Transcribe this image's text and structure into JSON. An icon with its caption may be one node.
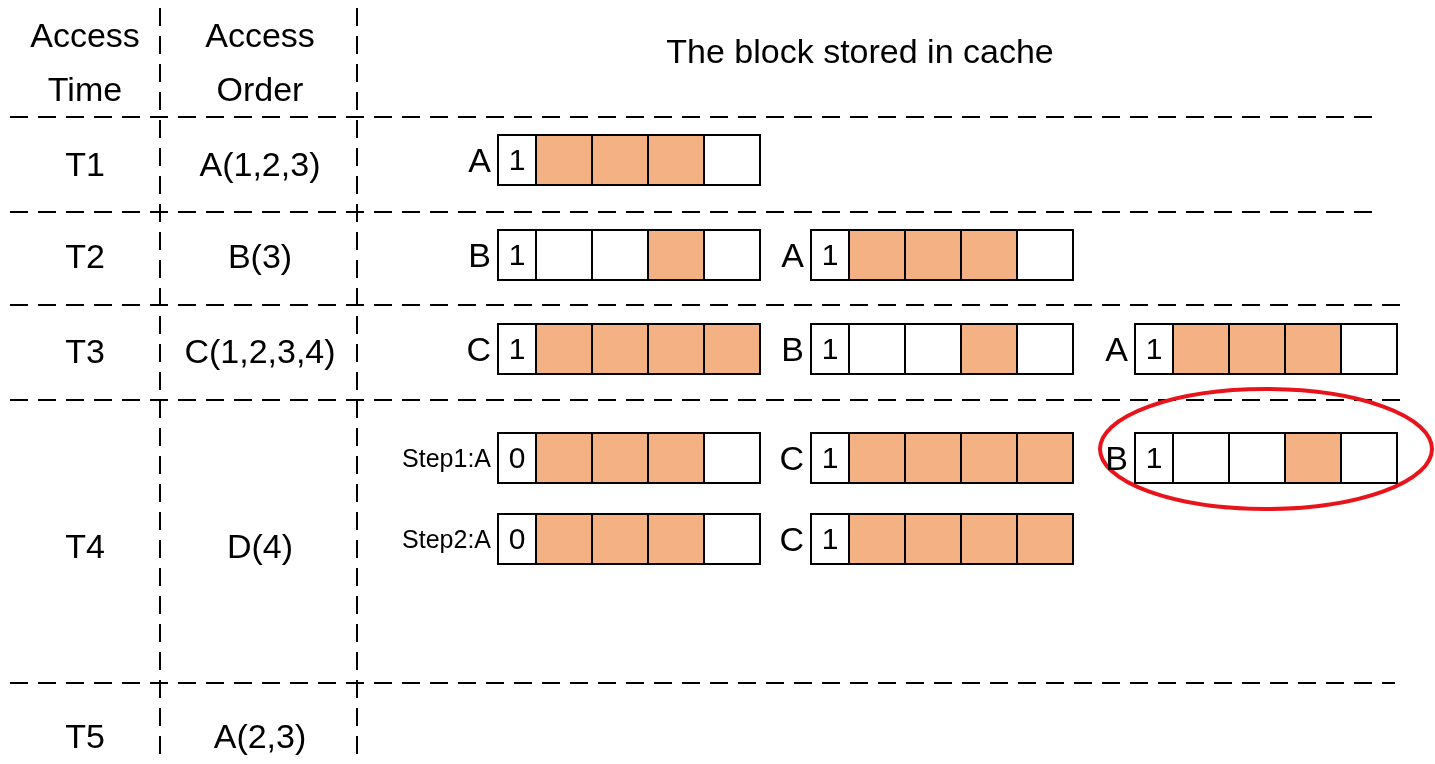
{
  "diagram": {
    "nodes": [
      {
        "text": [
          "1"
        ],
        "beside": [
          "A"
        ]
      },
      {
        "text": [
          "1"
        ],
        "beside": [
          "B"
        ]
      },
      {
        "text": [
          "1"
        ],
        "beside": [
          "A"
        ]
      },
      {
        "text": [
          "1"
        ],
        "beside": [
          "C"
        ]
      },
      {
        "text": [
          "1"
        ],
        "beside": [
          "B"
        ]
      },
      {
        "text": [
          "1"
        ],
        "beside": [
          "A"
        ]
      },
      {
        "text": [
          "0"
        ],
        "beside": [
          "Step1:A"
        ]
      },
      {
        "text": [
          "1"
        ],
        "beside": [
          "C"
        ]
      },
      {
        "text": [],
        "shape": "ellipse"
      },
      {
        "text": [
          "1"
        ],
        "beside": [
          "B"
        ],
        "in": 8
      },
      {
        "text": [
          "0"
        ],
        "beside": [
          "Step2:A"
        ]
      },
      {
        "text": [
          "1"
        ],
        "beside": [
          "C"
        ]
      }
    ],
    "edges": [],
    "labels": [
      "Access Time",
      "Access Order",
      "The block stored in cache",
      "T1",
      "A(1,2,3)",
      "T2",
      "B(3)",
      "T3",
      "C(1,2,3,4)",
      "T4",
      "D(4)",
      "T5",
      "A(2,3)"
    ]
  }
}
